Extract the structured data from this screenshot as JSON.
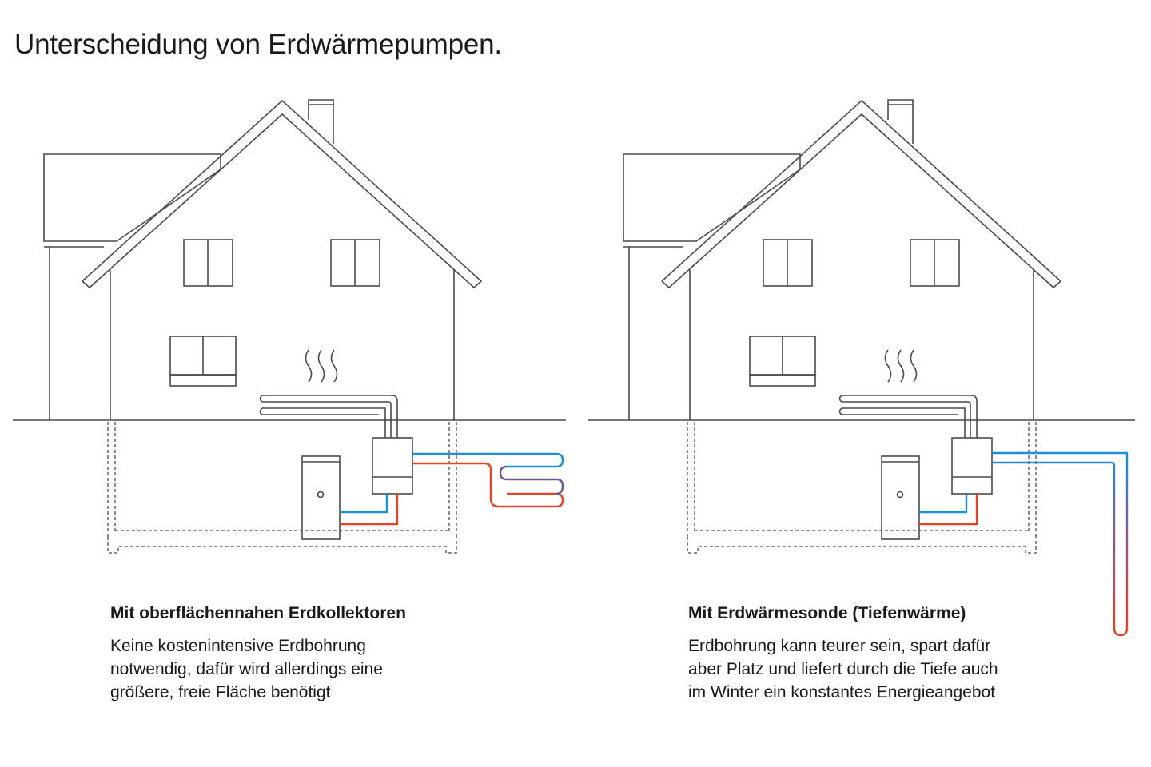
{
  "title": "Unterscheidung von Erdwärmepumpen.",
  "colors": {
    "line": "#4a4a4a",
    "warm_pipe": "#e0452c",
    "cold_pipe": "#1c8fd6",
    "mixed_pipe": "#6a5a92",
    "background": "#ffffff"
  },
  "panels": [
    {
      "heading": "Mit oberflächennahen Erdkollektoren",
      "description": [
        "Keine kostenintensive Erdbohrung",
        "notwendig, dafür wird allerdings eine",
        "größere, freie Fläche benötigt"
      ]
    },
    {
      "heading": "Mit Erdwärmesonde (Tiefenwärme)",
      "description": [
        "Erdbohrung kann teurer sein, spart dafür",
        "aber Platz und liefert durch die Tiefe auch",
        "im Winter ein konstantes Energieangebot"
      ]
    }
  ]
}
